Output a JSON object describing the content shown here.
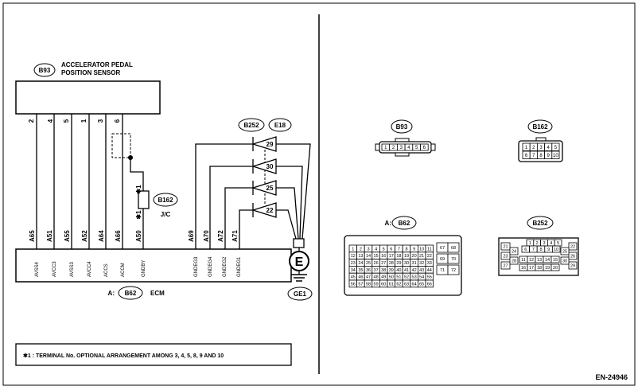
{
  "sensor": {
    "badge": "B93",
    "title_line1": "ACCELERATOR PEDAL",
    "title_line2": "POSITION SENSOR",
    "pins": [
      "2",
      "4",
      "5",
      "1",
      "3",
      "6"
    ]
  },
  "ecm": {
    "prefix": "A:",
    "badge": "B62",
    "label": "ECM",
    "pins": [
      "A65",
      "A51",
      "A55",
      "A52",
      "A64",
      "A66",
      "A50",
      "A69",
      "A70",
      "A72",
      "A71"
    ],
    "terminal_names": [
      "AVSS4",
      "AVCC3",
      "AVSS3",
      "AVCC4",
      "ACCS",
      "ACCM",
      "GNDBY",
      "GNDEG3",
      "GNDEG4",
      "GNDEG2",
      "GNDEG1"
    ]
  },
  "jc": {
    "badge": "B162",
    "label": "J/C",
    "marker": "✱1"
  },
  "diodes": {
    "badge_left": "B252",
    "badge_right": "E18",
    "pins": [
      "29",
      "30",
      "25",
      "22"
    ]
  },
  "ground": {
    "symbol": "E",
    "badge": "GE1"
  },
  "connectors": {
    "b93": {
      "badge": "B93",
      "pins": [
        "1",
        "2",
        "3",
        "4",
        "5",
        "6"
      ]
    },
    "b162": {
      "badge": "B162",
      "pins": [
        "1",
        "2",
        "3",
        "4",
        "5",
        "6",
        "7",
        "8",
        "9",
        "10"
      ]
    },
    "b62": {
      "prefix": "A:",
      "badge": "B62",
      "rows": [
        [
          "1",
          "2",
          "3",
          "4",
          "5",
          "6",
          "7",
          "8",
          "9",
          "10",
          "11"
        ],
        [
          "12",
          "13",
          "14",
          "15",
          "16",
          "17",
          "18",
          "19",
          "20",
          "21",
          "22"
        ],
        [
          "23",
          "24",
          "25",
          "26",
          "27",
          "28",
          "29",
          "30",
          "31",
          "32",
          "33"
        ],
        [
          "34",
          "35",
          "36",
          "37",
          "38",
          "39",
          "40",
          "41",
          "42",
          "43",
          "44"
        ],
        [
          "45",
          "46",
          "47",
          "48",
          "49",
          "50",
          "51",
          "52",
          "53",
          "54",
          "55"
        ],
        [
          "56",
          "57",
          "58",
          "59",
          "60",
          "61",
          "62",
          "63",
          "64",
          "65",
          "66"
        ]
      ],
      "side": [
        "67",
        "68",
        "69",
        "70",
        "71",
        "72"
      ]
    },
    "b252": {
      "badge": "B252",
      "top": [
        "1",
        "2",
        "3",
        "4",
        "5"
      ],
      "row2": [
        "6",
        "7",
        "8",
        "9",
        "10"
      ],
      "row3": [
        "11",
        "12",
        "13",
        "14",
        "15"
      ],
      "row4": [
        "16",
        "17",
        "18",
        "19",
        "20"
      ],
      "left": [
        "21",
        "23",
        "27",
        "24",
        "28"
      ],
      "right": [
        "22",
        "26",
        "29",
        "25",
        "30"
      ]
    }
  },
  "footnote": "✱1 : TERMINAL No. OPTIONAL ARRANGEMENT AMONG 3, 4, 5, 8, 9 AND 10",
  "code": "EN-24946"
}
